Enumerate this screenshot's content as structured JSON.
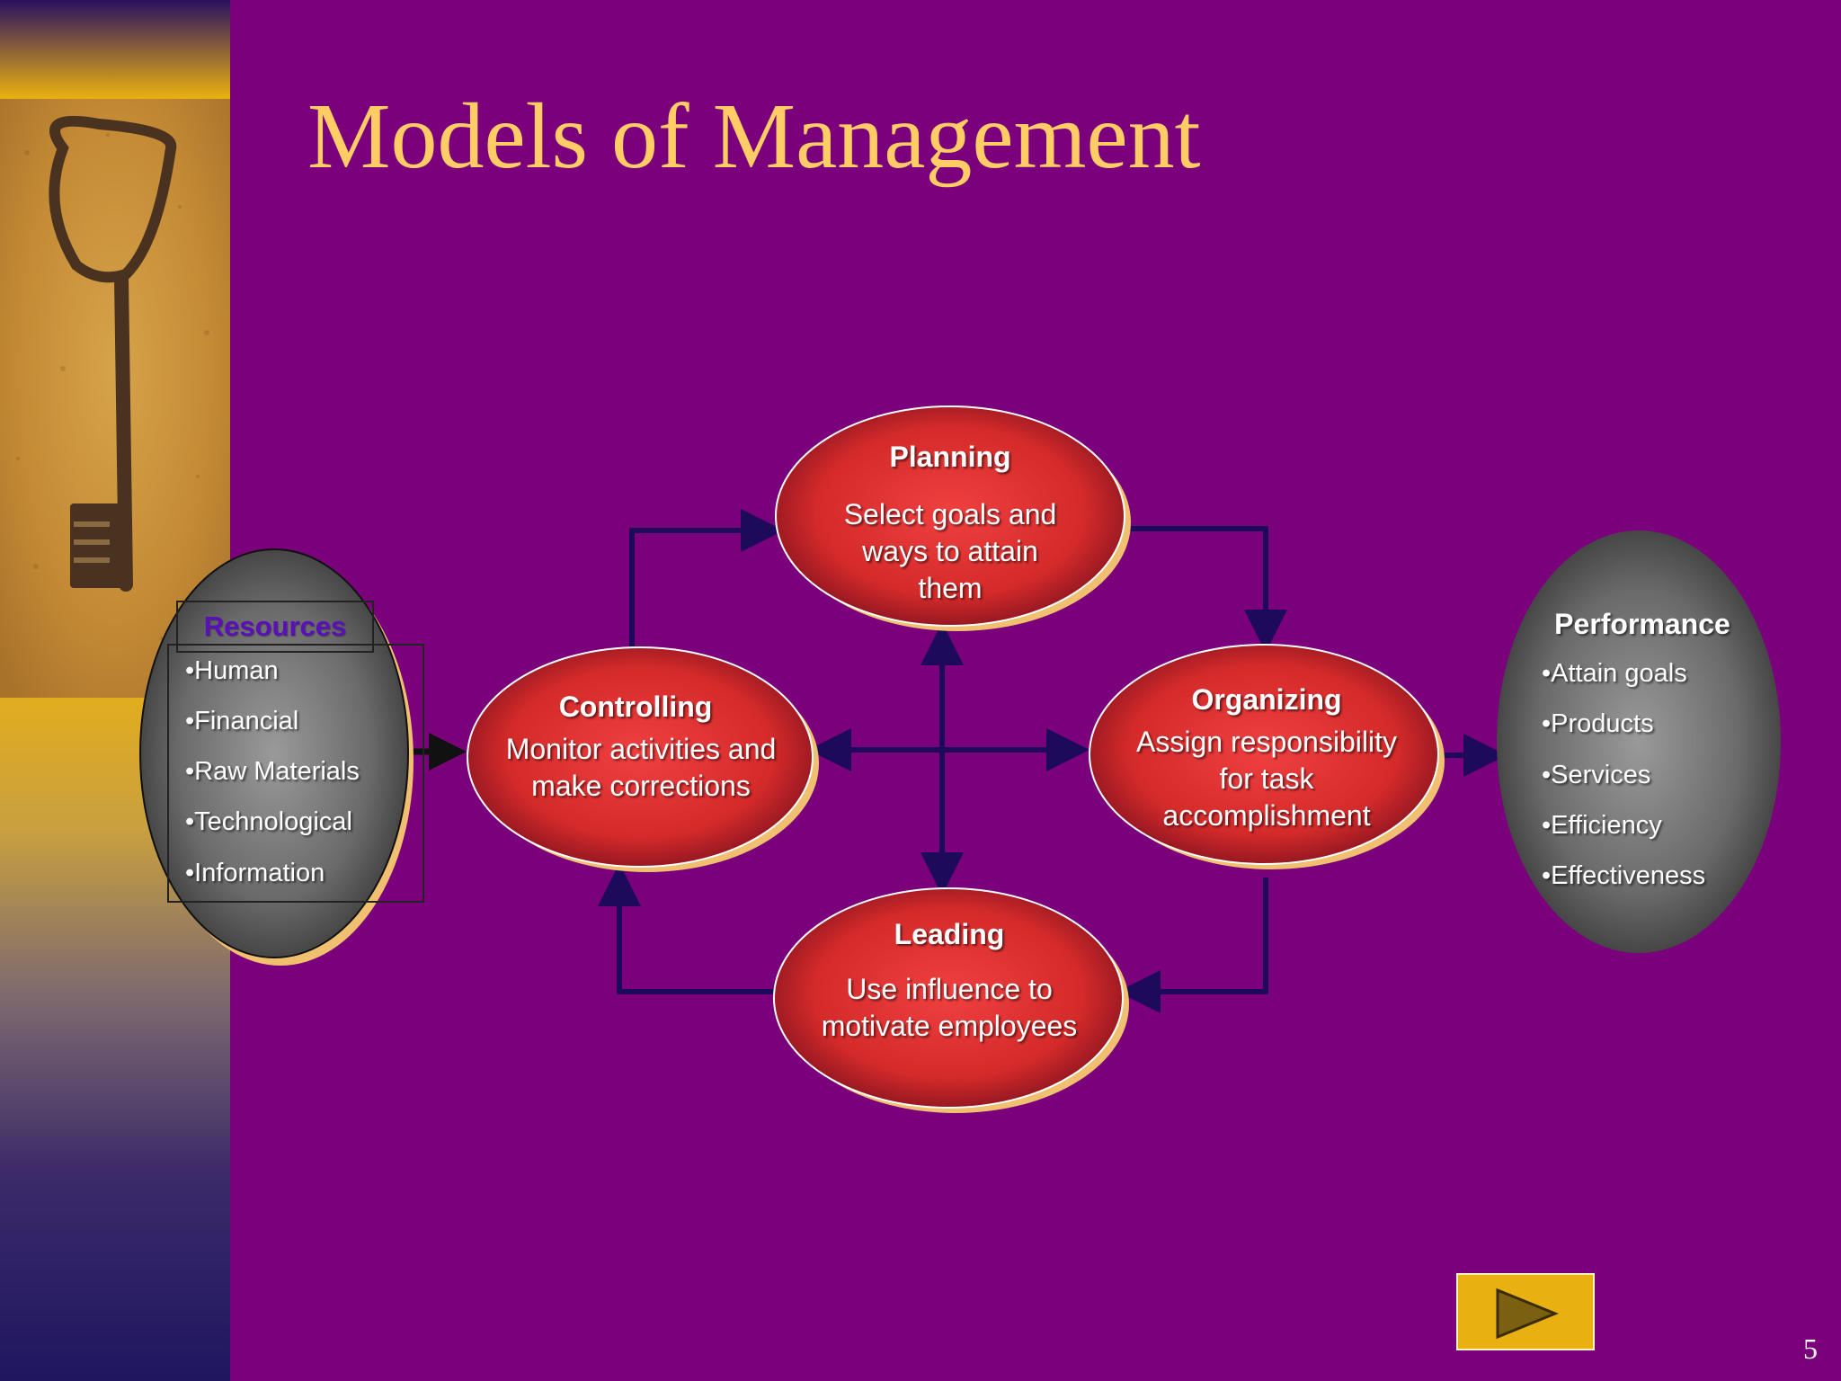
{
  "slide": {
    "title": "Models of Management",
    "number": "5"
  },
  "diagram": {
    "resources": {
      "title": "Resources",
      "items": [
        "•Human",
        "•Financial",
        "•Raw Materials",
        "•Technological",
        "•Information"
      ]
    },
    "planning": {
      "title": "Planning",
      "lines": [
        "Select goals and",
        "ways to attain",
        "them"
      ]
    },
    "controlling": {
      "title": "Controlling",
      "lines": [
        "Monitor activities and",
        "make corrections"
      ]
    },
    "organizing": {
      "title": "Organizing",
      "lines": [
        "Assign responsibility",
        "for task",
        "accomplishment"
      ]
    },
    "leading": {
      "title": "Leading",
      "lines": [
        "Use influence to",
        "motivate employees"
      ]
    },
    "performance": {
      "title": "Performance",
      "items": [
        "•Attain goals",
        "•Products",
        "•Services",
        "•Efficiency",
        "•Effectiveness"
      ]
    }
  },
  "colors": {
    "background": "#7b007b",
    "title": "#ffcc66",
    "function_oval": "#d42a2a",
    "oval_shadow": "#f0c070",
    "resource_oval": "#6a6a6a",
    "arrow": "#1e0a5a",
    "button": "#e8b010"
  },
  "icons": {
    "key_photo": "old-key-on-sand",
    "next_button": "play-triangle-icon"
  }
}
